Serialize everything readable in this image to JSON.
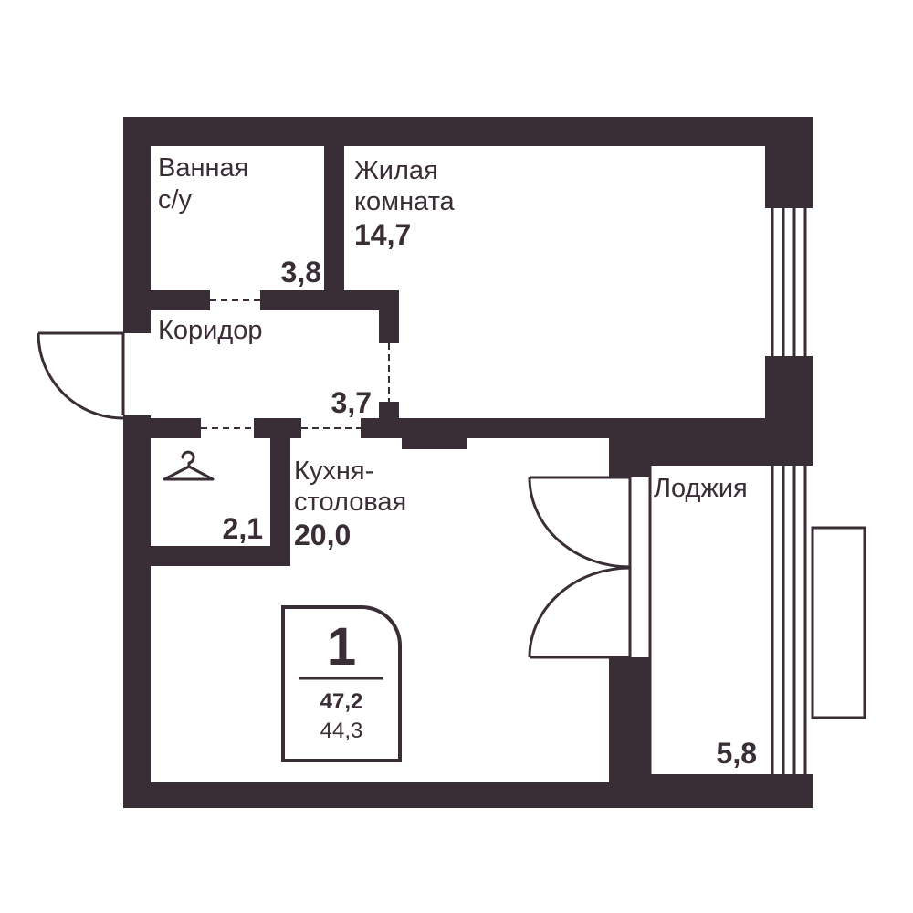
{
  "colors": {
    "wall": "#3a2e36",
    "background": "#ffffff"
  },
  "icons": {
    "wardrobe": "hanger-icon"
  },
  "rooms": {
    "bathroom": {
      "name_line1": "Ванная",
      "name_line2": "с/у",
      "area": "3,8"
    },
    "living": {
      "name_line1": "Жилая",
      "name_line2": "комната",
      "area": "14,7"
    },
    "corridor": {
      "name": "Коридор",
      "area": "3,7"
    },
    "wardrobe": {
      "area": "2,1"
    },
    "kitchen": {
      "name_line1": "Кухня-",
      "name_line2": "столовая",
      "area": "20,0"
    },
    "loggia": {
      "name": "Лоджия",
      "area": "5,8"
    }
  },
  "badge": {
    "rooms": "1",
    "total_area": "47,2",
    "living_area": "44,3"
  }
}
